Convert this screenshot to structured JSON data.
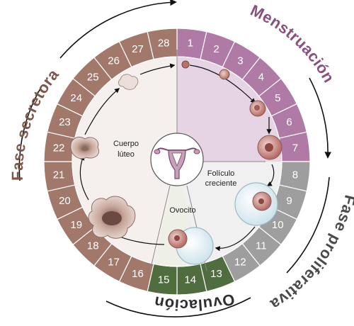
{
  "phases": {
    "menstruation": {
      "label": "Menstruación",
      "color": "#8a4f7d"
    },
    "proliferative": {
      "label": "Fase proliferativa",
      "color": "#4a4a4a"
    },
    "ovulation": {
      "label": "Ovulación",
      "color": "#2f2f2f"
    },
    "secretory": {
      "label": "Fase secretora",
      "color": "#7c5647"
    }
  },
  "days": [
    {
      "n": "1",
      "color": "#b07aa6"
    },
    {
      "n": "2",
      "color": "#b07aa6"
    },
    {
      "n": "3",
      "color": "#b07aa6"
    },
    {
      "n": "4",
      "color": "#b07aa6"
    },
    {
      "n": "5",
      "color": "#b07aa6"
    },
    {
      "n": "6",
      "color": "#b07aa6"
    },
    {
      "n": "7",
      "color": "#b07aa6"
    },
    {
      "n": "8",
      "color": "#9e9e9e"
    },
    {
      "n": "9",
      "color": "#9e9e9e"
    },
    {
      "n": "10",
      "color": "#9e9e9e"
    },
    {
      "n": "11",
      "color": "#9e9e9e"
    },
    {
      "n": "12",
      "color": "#9e9e9e"
    },
    {
      "n": "13",
      "color": "#4f6d3e"
    },
    {
      "n": "14",
      "color": "#4f6d3e"
    },
    {
      "n": "15",
      "color": "#4f6d3e"
    },
    {
      "n": "16",
      "color": "#a2786b"
    },
    {
      "n": "17",
      "color": "#a2786b"
    },
    {
      "n": "18",
      "color": "#a2786b"
    },
    {
      "n": "19",
      "color": "#a2786b"
    },
    {
      "n": "20",
      "color": "#a2786b"
    },
    {
      "n": "21",
      "color": "#a2786b"
    },
    {
      "n": "22",
      "color": "#a2786b"
    },
    {
      "n": "23",
      "color": "#a2786b"
    },
    {
      "n": "24",
      "color": "#a2786b"
    },
    {
      "n": "25",
      "color": "#a2786b"
    },
    {
      "n": "26",
      "color": "#a2786b"
    },
    {
      "n": "27",
      "color": "#a2786b"
    },
    {
      "n": "28",
      "color": "#a2786b"
    }
  ],
  "labels": {
    "corpus_line1": "Cuerpo",
    "corpus_line2": "lúteo",
    "follicle_line1": "Folículo",
    "follicle_line2": "creciente",
    "oocyte": "Ovocito"
  },
  "colors": {
    "menstruation_fill": "#e6d3e3",
    "proliferative_fill": "#f0f0f0",
    "ovulation_fill": "#eef0e8",
    "secretory_fill": "#f5f0ed",
    "arrow": "#222222"
  }
}
